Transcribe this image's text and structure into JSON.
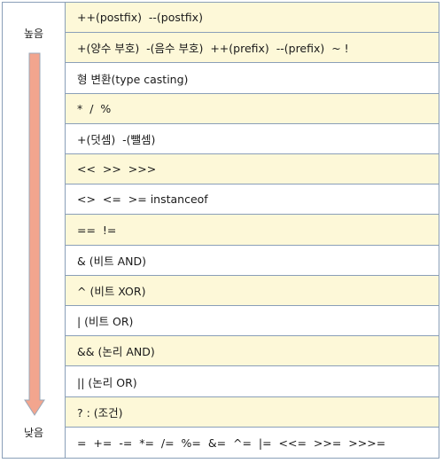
{
  "precedence": {
    "high_label": "높음",
    "low_label": "낮음",
    "rows": [
      "++(postfix)  --(postfix)",
      "+(양수 부호)  -(음수 부호)  ++(prefix)  --(prefix)  ~ !",
      "형 변환(type casting)",
      "*  /  %",
      "+(덧셈)  -(뺄셈)",
      "<<  >>  >>>",
      "<>  <=  >= instanceof",
      "==  !=",
      "& (비트 AND)",
      "^ (비트 XOR)",
      "| (비트 OR)",
      "&& (논리 AND)",
      "|| (논리 OR)",
      "? : (조건)",
      "=  +=  -=  *=  /=  %=  &=  ^=  |=  <<=  >>=  >>>="
    ]
  },
  "colors": {
    "highlight_row": "#fdf8d8",
    "plain_row": "#ffffff",
    "border": "#8a9fb8",
    "arrow_fill": "#f2a58e",
    "arrow_stroke": "#9aa8b8"
  }
}
